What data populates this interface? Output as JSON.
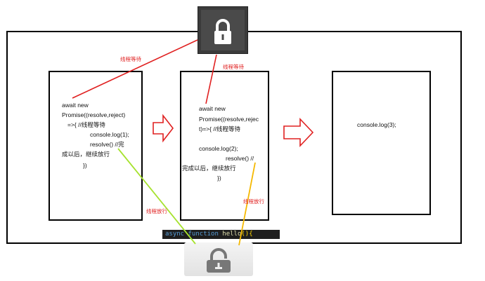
{
  "panel1": {
    "lines": [
      "await new",
      "Promise((resolve,reject)",
      "=>{ //线程等待",
      "console.log(1);",
      "resolve() //完",
      "成以后，继续放行",
      "})"
    ]
  },
  "panel2": {
    "lines": [
      "await new",
      "Promise((resolve,rejec",
      "t)=>{ //线程等待",
      "",
      "console.log(2);",
      "resolve() //",
      "完成以后，继续放行",
      "})"
    ]
  },
  "panel3": {
    "text": "console.log(3);"
  },
  "annotations": {
    "wait_left": "线程等待",
    "wait_center": "线程等待",
    "release_left": "线程放行",
    "release_right": "线程放行"
  },
  "code_strip": {
    "kw": "async",
    "kw2": "function",
    "fn": "hello",
    "paren": "(){"
  },
  "icons": {
    "top": "lock-icon",
    "bottom": "unlock-icon"
  },
  "colors": {
    "annotation": "#e02020",
    "arrow": "#e02020",
    "release_left": "#a6e22e",
    "release_right": "#f5b800"
  }
}
